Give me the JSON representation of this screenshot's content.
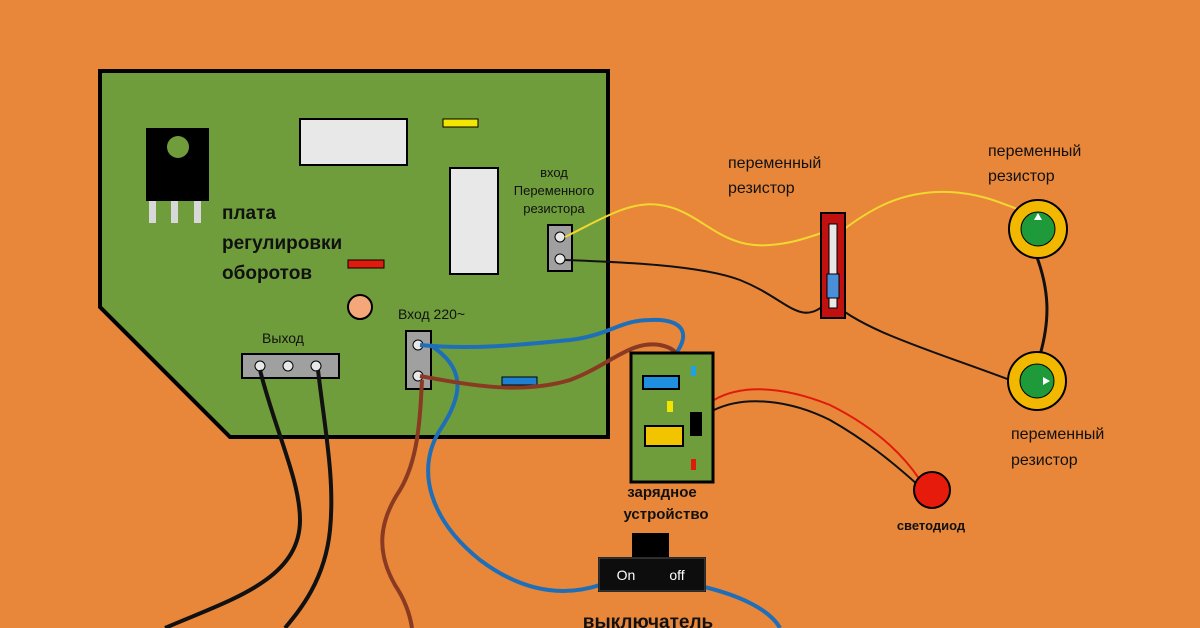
{
  "colors": {
    "background": "#e8873a",
    "board": "#6f9d3b",
    "wire_black": "#111111",
    "wire_blue": "#1f6fb8",
    "wire_brown": "#8a3a22",
    "wire_yellow": "#f2d730",
    "wire_red": "#e01b0b",
    "knob_ring": "#f2b800",
    "knob_center": "#1e9a3a",
    "led": "#e61b0b"
  },
  "labels": {
    "board_title_line1": "плата",
    "board_title_line2": "регулировки",
    "board_title_line3": "оборотов",
    "input_resistor_line1": "вход",
    "input_resistor_line2": "Переменного",
    "input_resistor_line3": "резистора",
    "input_220": "Вход 220~",
    "output": "Выход",
    "slider_resistor_line1": "переменный",
    "slider_resistor_line2": "резистор",
    "knob_top_line1": "переменный",
    "knob_top_line2": "резистор",
    "knob_bottom_line1": "переменный",
    "knob_bottom_line2": "резистор",
    "charger_line1": "зарядное",
    "charger_line2": "устройство",
    "led": "светодиод",
    "switch_on": "On",
    "switch_off": "off",
    "switch_title": "выключатель"
  },
  "icons": {
    "transistor": "to220-transistor-icon",
    "slide_pot": "slide-potentiometer-icon",
    "rotary_pot": "rotary-potentiometer-icon",
    "led": "led-icon",
    "switch": "rocker-switch-icon"
  }
}
